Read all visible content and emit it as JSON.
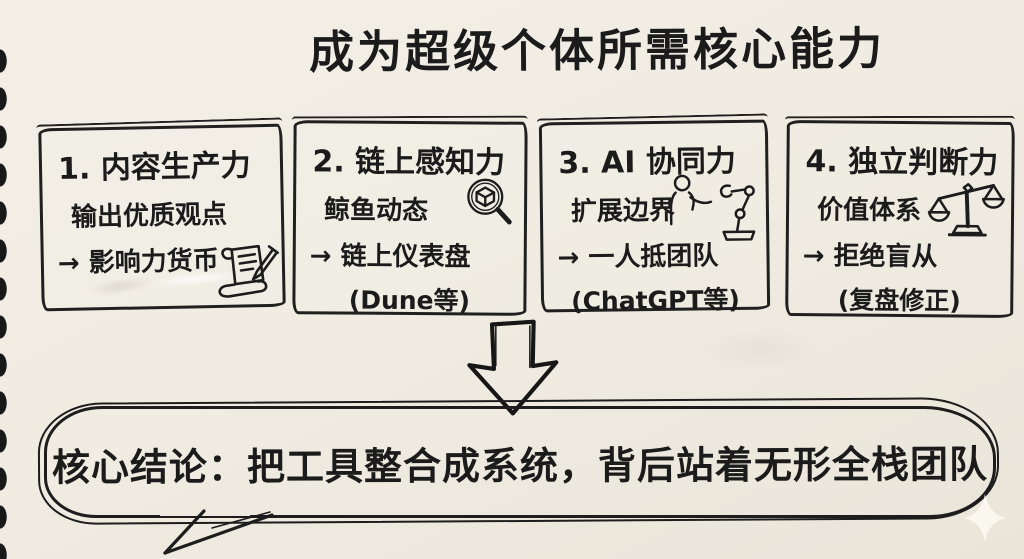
{
  "page": {
    "title": "成为超级个体所需核心能力"
  },
  "cards": [
    {
      "title": "1. 内容生产力",
      "line1": "输出优质观点",
      "line2": "→ 影响力货币",
      "paren": "",
      "icon": "scroll-pen-icon"
    },
    {
      "title": "2. 链上感知力",
      "line1": "鲸鱼动态",
      "line2": "→ 链上仪表盘",
      "paren": "(Dune等)",
      "icon": "cube-magnifier-icon"
    },
    {
      "title": "3. AI 协同力",
      "line1": "扩展边界",
      "line2": "→ 一人抵团队",
      "paren": "(ChatGPT等)",
      "icon": "person-robot-arm-icon"
    },
    {
      "title": "4. 独立判断力",
      "line1": "价值体系",
      "line2": "→ 拒绝盲从",
      "paren": "(复盘修正)",
      "icon": "balance-scale-icon"
    }
  ],
  "conclusion": {
    "text": "核心结论：把工具整合成系统，背后站着无形全栈团队"
  },
  "colors": {
    "paper": "#f0ece2",
    "ink": "#1b1b1b"
  }
}
